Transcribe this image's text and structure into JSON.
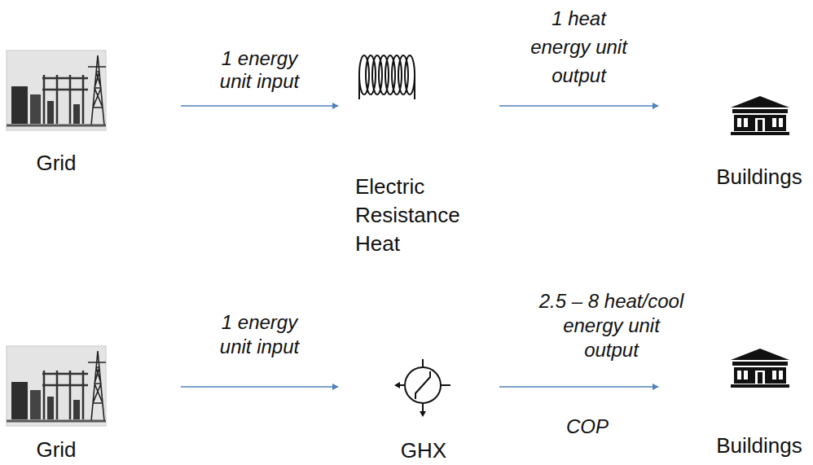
{
  "diagram": {
    "nodes": [
      {
        "text": [
          "Grid"
        ]
      },
      {
        "text": [
          "Electric Resistance Heat"
        ]
      },
      {
        "text": [
          "Buildings"
        ]
      },
      {
        "text": [
          "Grid"
        ]
      },
      {
        "text": [
          "GHX"
        ]
      },
      {
        "text": [
          "Buildings"
        ]
      }
    ],
    "edges": [
      {
        "from": 0,
        "to": 1,
        "arrow": "to",
        "label": "1 energy unit input"
      },
      {
        "from": 1,
        "to": 2,
        "arrow": "to",
        "label": "1 heat energy unit output"
      },
      {
        "from": 3,
        "to": 4,
        "arrow": "to",
        "label": "1 energy unit input"
      },
      {
        "from": 4,
        "to": 5,
        "arrow": "to",
        "label": "2.5 – 8 heat/cool energy unit output"
      }
    ],
    "labels": [
      "COP"
    ]
  }
}
